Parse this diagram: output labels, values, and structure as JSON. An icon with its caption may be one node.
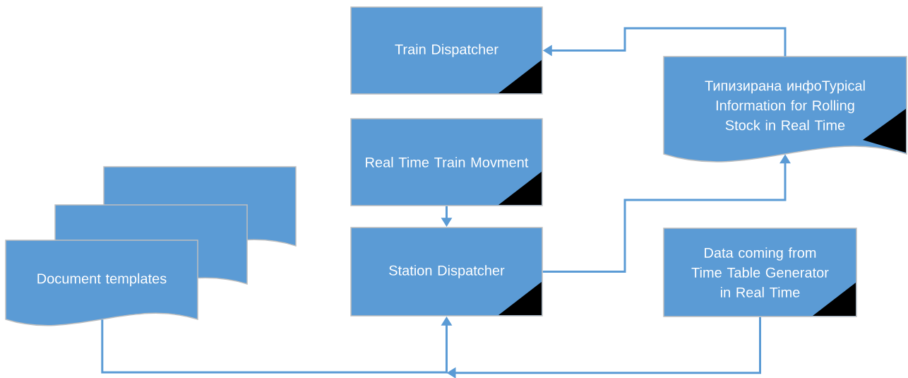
{
  "diagram": {
    "nodes": [
      {
        "text": [
          "Train Dispatcher"
        ]
      },
      {
        "text": [
          "Типизирана инфоTypical Information for Rolling Stock in Real Time"
        ]
      },
      {
        "text": [
          "Real Time Train Movment"
        ]
      },
      {
        "text": [
          "Document templates"
        ]
      },
      {
        "text": [
          "Station Dispatcher"
        ]
      },
      {
        "text": [
          "Data coming from Time Table Generator in Real Time"
        ]
      }
    ],
    "edges": [
      {
        "from": 1,
        "to": 0,
        "arrow": "to"
      },
      {
        "from": 2,
        "to": 4,
        "arrow": "to"
      },
      {
        "from": 4,
        "to": 1,
        "arrow": "to"
      },
      {
        "from": 3,
        "to": 4,
        "arrow": "to"
      },
      {
        "from": 5,
        "to": 4,
        "arrow": "to"
      }
    ]
  }
}
